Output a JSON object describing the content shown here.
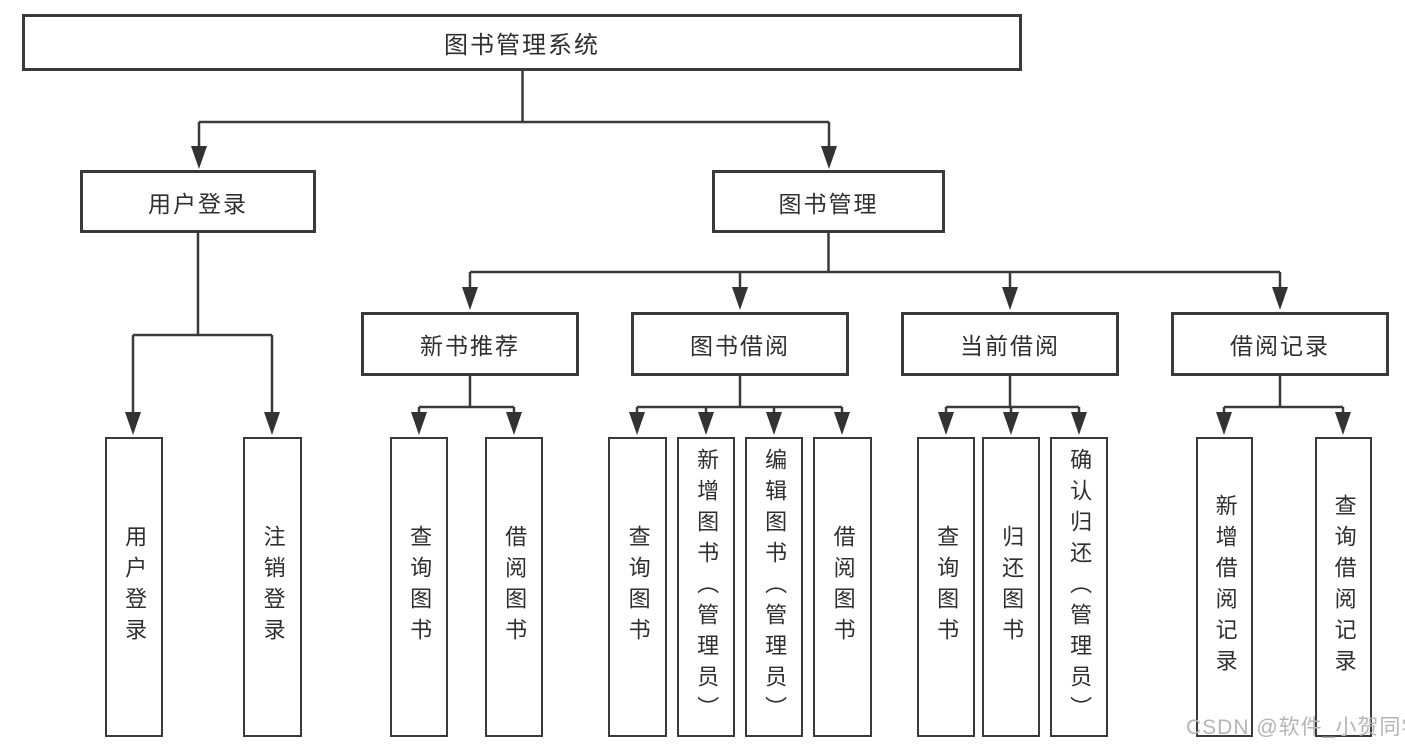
{
  "diagram": {
    "root": {
      "label": "图书管理系统"
    },
    "level2": [
      {
        "label": "用户登录",
        "parent": "图书管理系统"
      },
      {
        "label": "图书管理",
        "parent": "图书管理系统"
      }
    ],
    "level3": [
      {
        "label": "新书推荐",
        "parent": "图书管理"
      },
      {
        "label": "图书借阅",
        "parent": "图书管理"
      },
      {
        "label": "当前借阅",
        "parent": "图书管理"
      },
      {
        "label": "借阅记录",
        "parent": "图书管理"
      }
    ],
    "level4": [
      {
        "label": "用户登录",
        "parent": "用户登录"
      },
      {
        "label": "注销登录",
        "parent": "用户登录"
      },
      {
        "label": "查询图书",
        "parent": "新书推荐"
      },
      {
        "label": "借阅图书",
        "parent": "新书推荐"
      },
      {
        "label": "查询图书",
        "parent": "图书借阅"
      },
      {
        "label": "新增图书（管理员）",
        "parent": "图书借阅"
      },
      {
        "label": "编辑图书（管理员）",
        "parent": "图书借阅"
      },
      {
        "label": "借阅图书",
        "parent": "图书借阅"
      },
      {
        "label": "查询图书",
        "parent": "当前借阅"
      },
      {
        "label": "归还图书",
        "parent": "当前借阅"
      },
      {
        "label": "确认归还（管理员）",
        "parent": "当前借阅"
      },
      {
        "label": "新增借阅记录",
        "parent": "借阅记录"
      },
      {
        "label": "查询借阅记录",
        "parent": "借阅记录"
      }
    ],
    "watermark": {
      "text": "CSDN @软件_小贺同学"
    },
    "colors": {
      "line": "#3a3a3a",
      "box_border": "#3a3a3a",
      "text": "#2f2f2f",
      "watermark": "#b5b5b5",
      "background": "#ffffff"
    }
  }
}
